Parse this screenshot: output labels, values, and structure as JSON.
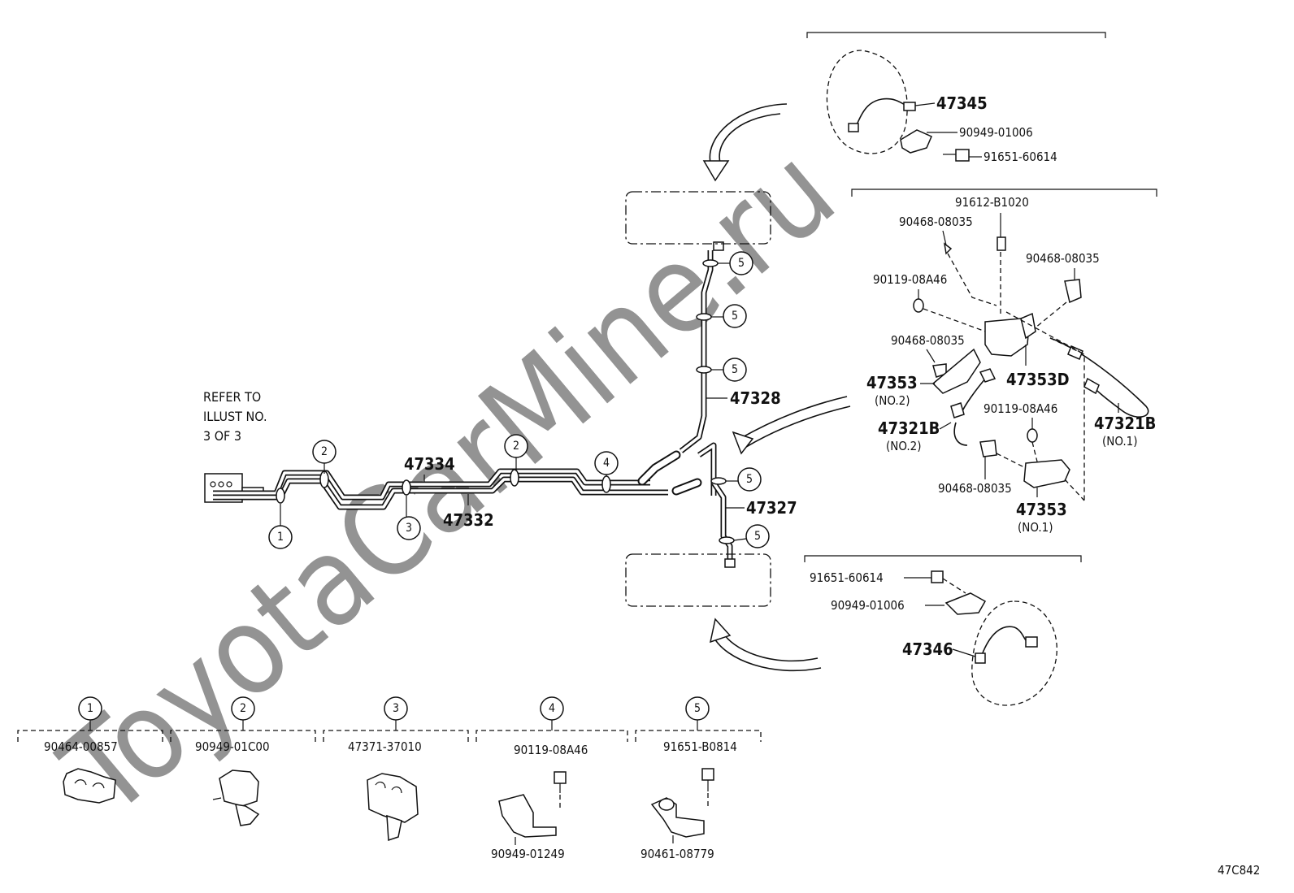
{
  "watermark": "ToyotaCarMine.ru",
  "refer_note": [
    "REFER TO",
    "ILLUST NO.",
    "3 OF 3"
  ],
  "callout_numbers": {
    "c1": "1",
    "c2": "2",
    "c3": "3",
    "c4": "4",
    "c5": "5"
  },
  "parts": {
    "p47334": "47334",
    "p47332": "47332",
    "p47328": "47328",
    "p47327": "47327",
    "p47345": "47345",
    "p47346": "47346",
    "p90949_01006_top": "90949-01006",
    "p91651_60614_top": "91651-60614",
    "p91651_60614_bot": "91651-60614",
    "p90949_01006_bot": "90949-01006",
    "p91612_B1020": "91612-B1020",
    "p90468_08035_a": "90468-08035",
    "p90468_08035_b": "90468-08035",
    "p90468_08035_c": "90468-08035",
    "p90468_08035_d": "90468-08035",
    "p90119_08A46_a": "90119-08A46",
    "p90119_08A46_b": "90119-08A46",
    "p47353_no2": "47353",
    "p47353_no2_sub": "(NO.2)",
    "p47353D": "47353D",
    "p47321B_no2": "47321B",
    "p47321B_no2_sub": "(NO.2)",
    "p47321B_no1": "47321B",
    "p47321B_no1_sub": "(NO.1)",
    "p47353_no1": "47353",
    "p47353_no1_sub": "(NO.1)"
  },
  "legend": [
    {
      "num": "1",
      "part": "90464-00857"
    },
    {
      "num": "2",
      "part": "90949-01C00"
    },
    {
      "num": "3",
      "part": "47371-37010"
    },
    {
      "num": "4",
      "part": "90119-08A46",
      "part2": "90949-01249"
    },
    {
      "num": "5",
      "part": "91651-B0814",
      "part2": "90461-08779"
    }
  ],
  "diagram_code": "47C842"
}
